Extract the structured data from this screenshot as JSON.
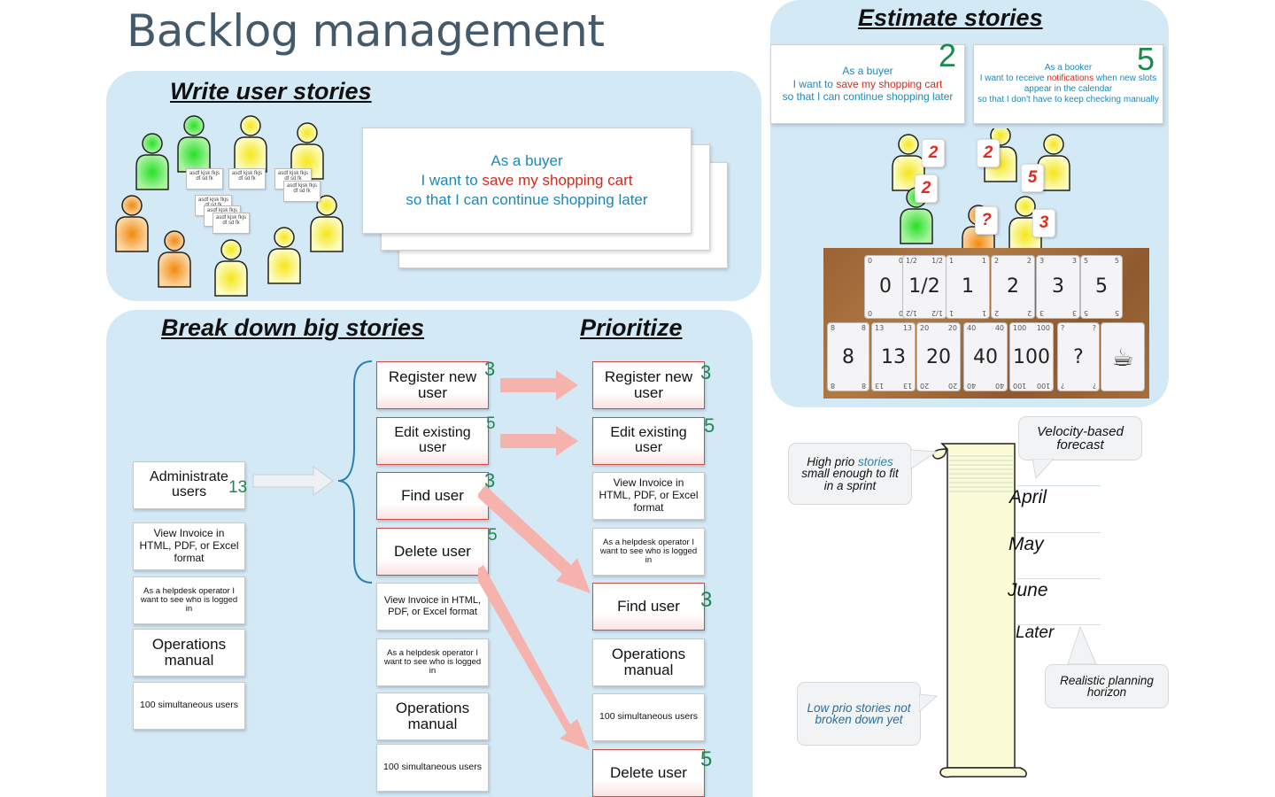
{
  "page_title": "Backlog management",
  "write": {
    "title": "Write user stories",
    "tiny_cards": [
      "asdf kjsk fkjs df sd fk",
      "asdf kjsk fkjs df sd fk",
      "asdf kjsk fkjs df sd fk",
      "asdf kjsk fkjs df sd fk",
      "asdf kjsk fkjs df sd fk",
      "asdf kjsk fkjs df sd fk",
      "asdf kjsk fkjs df sd fk"
    ],
    "story": {
      "line1": "As a buyer",
      "line2_a": "I want to ",
      "line2_b": "save my shopping cart",
      "line3": "so that I can continue shopping later"
    }
  },
  "breakdown": {
    "title": "Break down big stories",
    "left": [
      {
        "label": "Administrate users",
        "points": "13"
      },
      {
        "label": "View Invoice in HTML, PDF, or Excel format"
      },
      {
        "label": "As a helpdesk operator I want to see who is logged in"
      },
      {
        "label": "Operations manual"
      },
      {
        "label": "100 simultaneous users"
      }
    ],
    "middle": [
      {
        "label": "Register new user",
        "points": "3"
      },
      {
        "label": "Edit existing user",
        "points": "5"
      },
      {
        "label": "Find user",
        "points": "3"
      },
      {
        "label": "Delete user",
        "points": "5"
      },
      {
        "label": "View Invoice in HTML, PDF, or Excel format"
      },
      {
        "label": "As a helpdesk operator I want to see who is logged in"
      },
      {
        "label": "Operations manual"
      },
      {
        "label": "100 simultaneous users"
      }
    ]
  },
  "prioritize": {
    "title": "Prioritize",
    "items": [
      {
        "label": "Register new user",
        "points": "3"
      },
      {
        "label": "Edit existing user",
        "points": "5"
      },
      {
        "label": "View Invoice in HTML, PDF, or Excel format"
      },
      {
        "label": "As a helpdesk operator I want to see who is logged in"
      },
      {
        "label": "Find user",
        "points": "3"
      },
      {
        "label": "Operations manual"
      },
      {
        "label": "100 simultaneous users"
      },
      {
        "label": "Delete user",
        "points": "5"
      }
    ]
  },
  "estimate": {
    "title": "Estimate stories",
    "card1": {
      "points": "2",
      "line1": "As a buyer",
      "line2_a": "I want to ",
      "line2_b": "save my shopping cart",
      "line3": "so that I can continue shopping later"
    },
    "card2": {
      "points": "5",
      "line1": "As a booker",
      "line2_a": "I want to receive ",
      "line2_b": "notifications",
      "line2_c": " when new slots appear in the calendar",
      "line3": "so that I don't have to keep checking manually"
    },
    "badges": [
      "2",
      "2",
      "2",
      "5",
      "?",
      "3"
    ],
    "poker_row1": [
      {
        "v": "0",
        "c": "0"
      },
      {
        "v": "1/2",
        "c": "1/2"
      },
      {
        "v": "1",
        "c": "1"
      },
      {
        "v": "2",
        "c": "2"
      },
      {
        "v": "3",
        "c": "3"
      },
      {
        "v": "5",
        "c": "5"
      }
    ],
    "poker_row2": [
      {
        "v": "8",
        "c": "8"
      },
      {
        "v": "13",
        "c": "13"
      },
      {
        "v": "20",
        "c": "20"
      },
      {
        "v": "40",
        "c": "40"
      },
      {
        "v": "100",
        "c": "100"
      },
      {
        "v": "?",
        "c": "?"
      },
      {
        "v": "☕",
        "c": ""
      }
    ]
  },
  "forecast": {
    "velocity_callout": "Velocity-based forecast",
    "high_prio_a": "High prio ",
    "high_prio_b": "stories",
    "high_prio_c": " small enough to fit in a sprint",
    "low_prio": "Low prio stories not broken down yet",
    "horizon": "Realistic planning horizon",
    "months": [
      "April",
      "May",
      "June",
      "Later"
    ]
  },
  "colors": {
    "panel": "#d4e9f6",
    "points_green": "#1a8a4e",
    "story_blue": "#1f87b7",
    "story_red": "#d52a1e",
    "card_red_border": "#d24a45",
    "arrow_pink": "#f6b3ae"
  }
}
